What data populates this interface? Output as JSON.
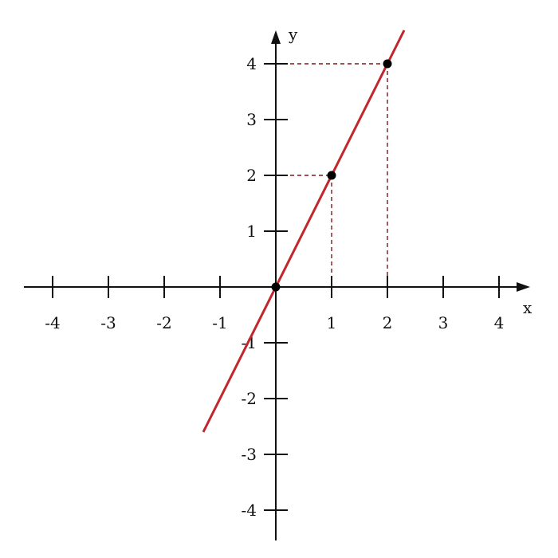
{
  "chart_data": {
    "type": "line",
    "title": "",
    "xlabel": "x",
    "ylabel": "y",
    "xlim": [
      -4.5,
      4.5
    ],
    "ylim": [
      -4.4,
      4.7
    ],
    "x_ticks": [
      -4,
      -3,
      -2,
      -1,
      1,
      2,
      3,
      4
    ],
    "y_ticks": [
      -4,
      -3,
      -2,
      -1,
      1,
      2,
      3,
      4
    ],
    "x_tick_labels": [
      "-4",
      "-3",
      "-2",
      "-1",
      "1",
      "2",
      "3",
      "4"
    ],
    "y_tick_labels": [
      "-4",
      "-3",
      "-2",
      "-1",
      "1",
      "2",
      "3",
      "4"
    ],
    "grid": false,
    "series": [
      {
        "equation": "y = 2x",
        "x": [
          -1.3,
          2.3
        ],
        "y": [
          -2.6,
          4.6
        ],
        "color": "#c0272d"
      }
    ],
    "points": [
      {
        "x": 0,
        "y": 0
      },
      {
        "x": 1,
        "y": 2
      },
      {
        "x": 2,
        "y": 4
      }
    ],
    "guide_lines": [
      {
        "x": 1,
        "y": 2
      },
      {
        "x": 2,
        "y": 4
      }
    ]
  },
  "colors": {
    "axis": "#111111",
    "line": "#c0272d",
    "point": "#000000",
    "guide": "#7a1a1a"
  }
}
